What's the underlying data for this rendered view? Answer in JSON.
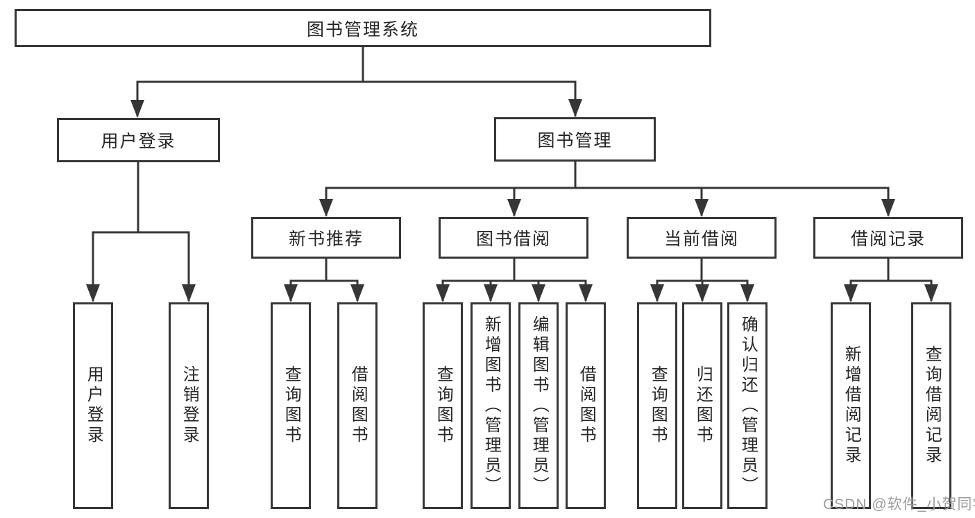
{
  "tree": {
    "label": "图书管理系统",
    "children": [
      {
        "label": "用户登录",
        "children": [
          {
            "label": "用户登录"
          },
          {
            "label": "注销登录"
          }
        ]
      },
      {
        "label": "图书管理",
        "children": [
          {
            "label": "新书推荐",
            "children": [
              {
                "label": "查询图书"
              },
              {
                "label": "借阅图书"
              }
            ]
          },
          {
            "label": "图书借阅",
            "children": [
              {
                "label": "查询图书"
              },
              {
                "label": "新增图书（管理员）"
              },
              {
                "label": "编辑图书（管理员）"
              },
              {
                "label": "借阅图书"
              }
            ]
          },
          {
            "label": "当前借阅",
            "children": [
              {
                "label": "查询图书"
              },
              {
                "label": "归还图书"
              },
              {
                "label": "确认归还（管理员）"
              }
            ]
          },
          {
            "label": "借阅记录",
            "children": [
              {
                "label": "新增借阅记录"
              },
              {
                "label": "查询借阅记录"
              }
            ]
          }
        ]
      }
    ]
  },
  "watermark": "CSDN @软件_小贺同学",
  "colors": {
    "line": "#363636",
    "text": "#262626",
    "watermark": "#9c9ca1",
    "background": "#ffffff"
  }
}
